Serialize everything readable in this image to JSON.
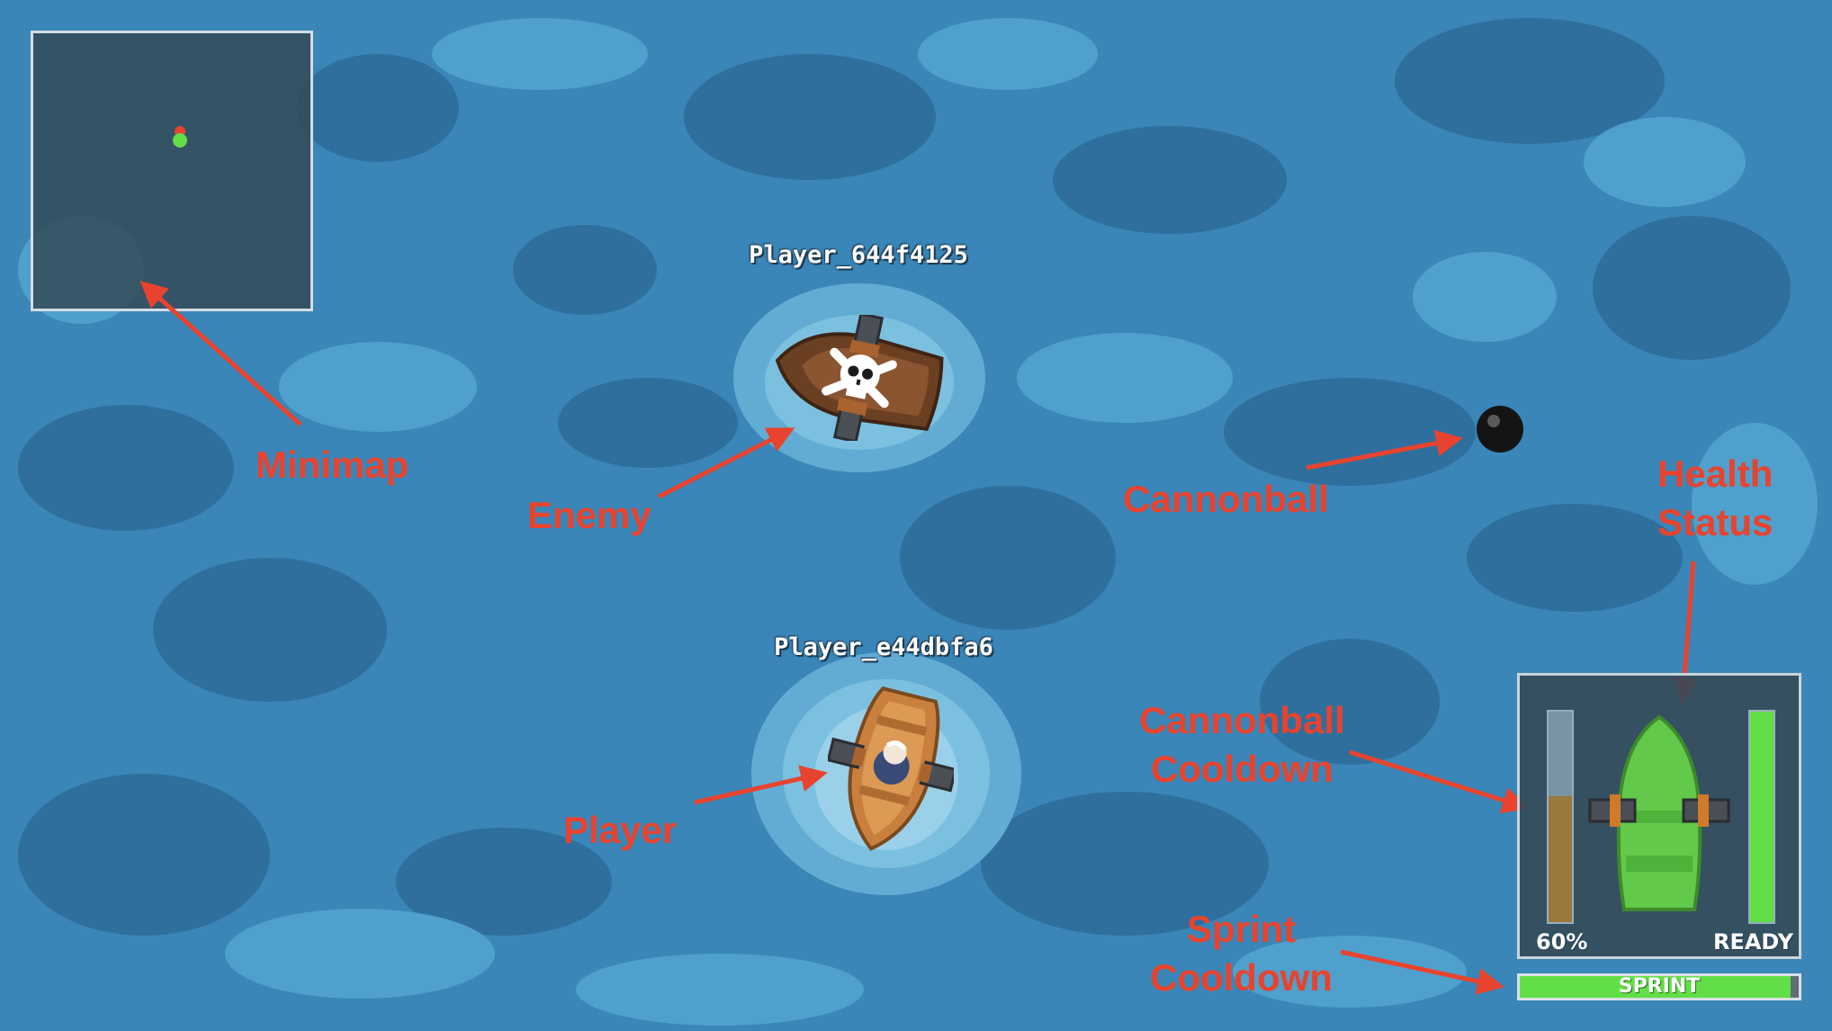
{
  "players": {
    "enemy_name": "Player_644f4125",
    "player_name": "Player_e44dbfa6"
  },
  "annotations": {
    "minimap": "Minimap",
    "enemy": "Enemy",
    "player": "Player",
    "cannonball": "Cannonball",
    "health_line1": "Health",
    "health_line2": "Status",
    "cannon_cd_line1": "Cannonball",
    "cannon_cd_line2": "Cooldown",
    "sprint_cd_line1": "Sprint",
    "sprint_cd_line2": "Cooldown"
  },
  "hud": {
    "cannon_reload_label": "60%",
    "cannon_reload_fraction": 0.6,
    "health_label": "READY",
    "health_fraction": 1.0,
    "sprint_label": "SPRINT",
    "sprint_fraction": 0.97
  },
  "colors": {
    "annotation": "#e8432e",
    "health_bar": "#62df46",
    "reload_bar": "#9a7a3c",
    "enemy_marker": "#e8432e",
    "player_marker": "#62df46"
  },
  "icons": {
    "enemy_ship": "pirate-ship-icon",
    "player_ship": "rowboat-icon",
    "cannonball": "cannonball-icon"
  }
}
